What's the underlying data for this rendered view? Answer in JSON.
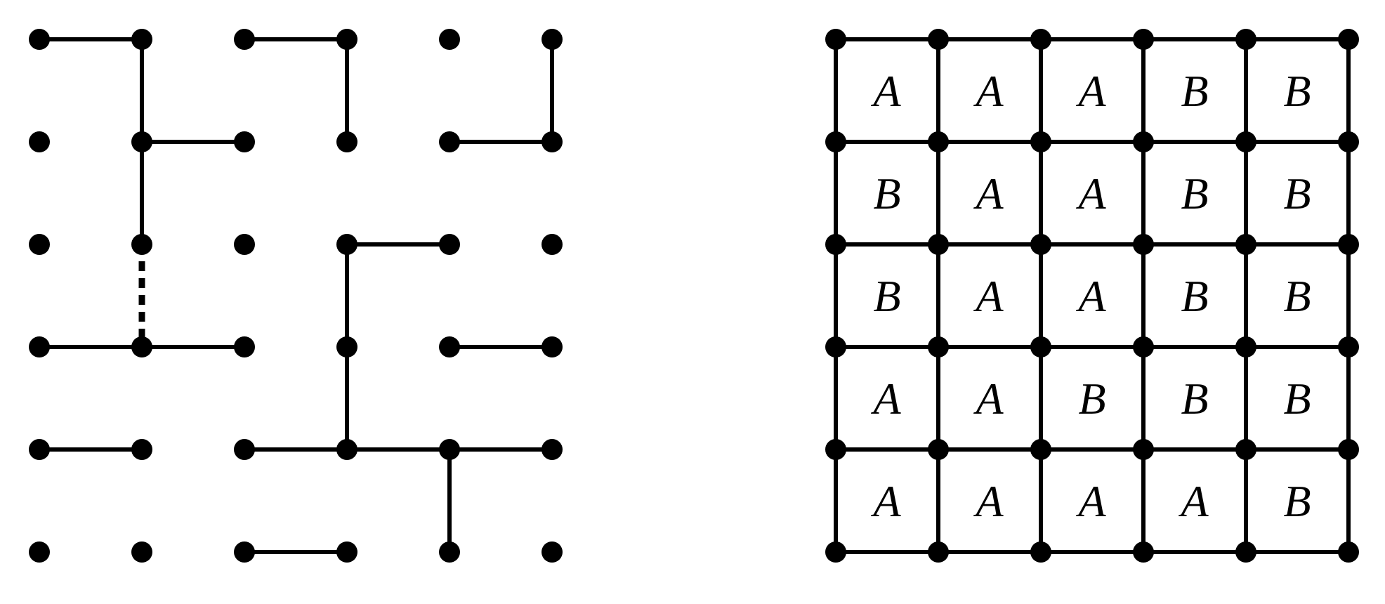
{
  "colors": {
    "ink": "#000000",
    "background": "#ffffff"
  },
  "left_graph": {
    "rows": 6,
    "cols": 6,
    "solid_edges": [
      [
        [
          0,
          0
        ],
        [
          0,
          1
        ]
      ],
      [
        [
          0,
          1
        ],
        [
          1,
          1
        ]
      ],
      [
        [
          1,
          1
        ],
        [
          2,
          1
        ]
      ],
      [
        [
          1,
          1
        ],
        [
          1,
          2
        ]
      ],
      [
        [
          0,
          2
        ],
        [
          0,
          3
        ]
      ],
      [
        [
          0,
          3
        ],
        [
          1,
          3
        ]
      ],
      [
        [
          0,
          5
        ],
        [
          1,
          5
        ]
      ],
      [
        [
          1,
          4
        ],
        [
          1,
          5
        ]
      ],
      [
        [
          2,
          3
        ],
        [
          2,
          4
        ]
      ],
      [
        [
          2,
          3
        ],
        [
          3,
          3
        ]
      ],
      [
        [
          3,
          0
        ],
        [
          3,
          1
        ]
      ],
      [
        [
          3,
          1
        ],
        [
          3,
          2
        ]
      ],
      [
        [
          3,
          3
        ],
        [
          4,
          3
        ]
      ],
      [
        [
          3,
          4
        ],
        [
          3,
          5
        ]
      ],
      [
        [
          4,
          0
        ],
        [
          4,
          1
        ]
      ],
      [
        [
          4,
          2
        ],
        [
          4,
          3
        ]
      ],
      [
        [
          4,
          3
        ],
        [
          4,
          4
        ]
      ],
      [
        [
          4,
          4
        ],
        [
          4,
          5
        ]
      ],
      [
        [
          4,
          4
        ],
        [
          5,
          4
        ]
      ],
      [
        [
          5,
          2
        ],
        [
          5,
          3
        ]
      ]
    ],
    "dashed_edges": [
      [
        [
          2,
          1
        ],
        [
          3,
          1
        ]
      ]
    ]
  },
  "right_grid": {
    "rows": 5,
    "cols": 5,
    "labels": [
      [
        "A",
        "A",
        "A",
        "B",
        "B"
      ],
      [
        "B",
        "A",
        "A",
        "B",
        "B"
      ],
      [
        "B",
        "A",
        "A",
        "B",
        "B"
      ],
      [
        "A",
        "A",
        "B",
        "B",
        "B"
      ],
      [
        "A",
        "A",
        "A",
        "A",
        "B"
      ]
    ]
  }
}
